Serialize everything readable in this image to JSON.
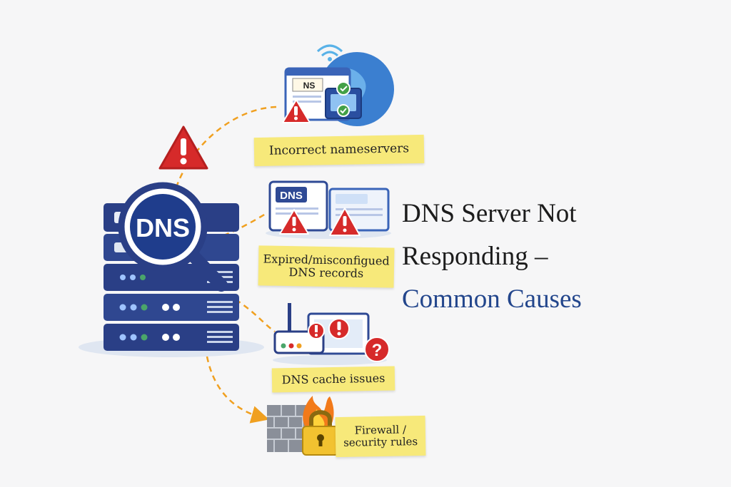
{
  "title": {
    "line1": "DNS Server Not",
    "line2": "Responding –",
    "line3": "Common Causes"
  },
  "server_badge_label": "DNS",
  "causes": [
    {
      "lines": [
        "Incorrect nameservers"
      ],
      "icon": "nameserver-browser-globe-icon"
    },
    {
      "lines": [
        "Expired/misconfigued",
        "DNS records"
      ],
      "icon": "dns-record-screens-icon"
    },
    {
      "lines": [
        "DNS cache issues"
      ],
      "icon": "router-monitor-question-icon"
    },
    {
      "lines": [
        "Firewall /",
        "security rules"
      ],
      "icon": "firewall-padlock-icon"
    }
  ],
  "icon_texts": {
    "ns_badge": "NS",
    "dns_badge": "DNS"
  },
  "colors": {
    "note_yellow": "#f7e97a",
    "dash_orange": "#f0a020",
    "warning_red": "#d62a2a",
    "server_navy": "#2a3f86",
    "title_accent": "#23468c"
  }
}
